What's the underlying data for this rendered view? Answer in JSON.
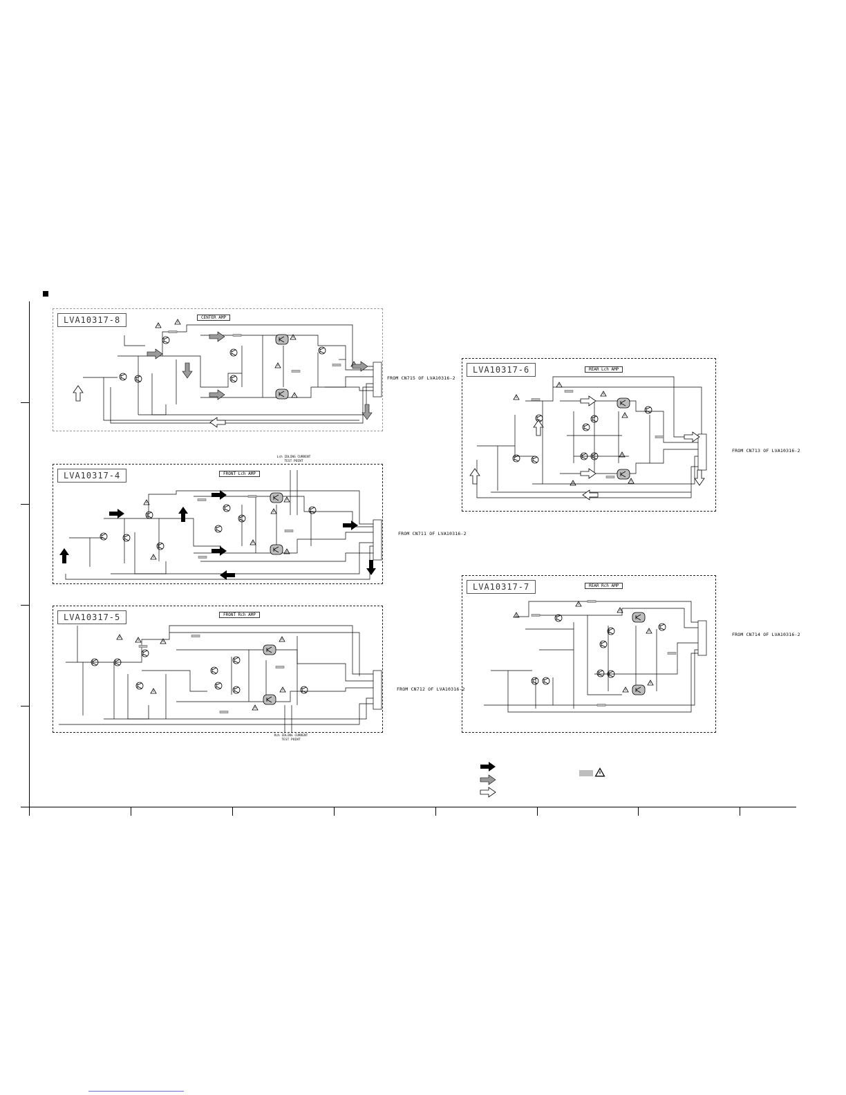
{
  "boards": [
    {
      "id": "LVA10317-8",
      "amp": "CENTER AMP",
      "from": "FROM CN715 OF LVA10316-2"
    },
    {
      "id": "LVA10317-4",
      "amp": "FRONT Lch AMP",
      "from": "FROM CN711 OF LVA10316-2",
      "note": [
        "Lch IDLING CURRENT",
        "TEST POINT"
      ]
    },
    {
      "id": "LVA10317-5",
      "amp": "FRONT Rch AMP",
      "from": "FROM CN712 OF LVA10316-2",
      "note": [
        "Rch IDLING CURRENT",
        "TEST POINT"
      ]
    },
    {
      "id": "LVA10317-6",
      "amp": "REAR Lch AMP",
      "from": "FROM CN713 OF LVA10316-2"
    },
    {
      "id": "LVA10317-7",
      "amp": "REAR Rch AMP",
      "from": "FROM CN714 OF LVA10316-2"
    }
  ],
  "colors": {
    "line": "#000000",
    "dashed_border": "#222222",
    "part_fill": "#bdbdbd",
    "footer_link": "#6a6ad8"
  },
  "icons": [
    "warning-triangle-icon",
    "signal-arrow-black-icon",
    "signal-arrow-gray-icon",
    "signal-arrow-white-icon",
    "square-bullet-icon"
  ]
}
